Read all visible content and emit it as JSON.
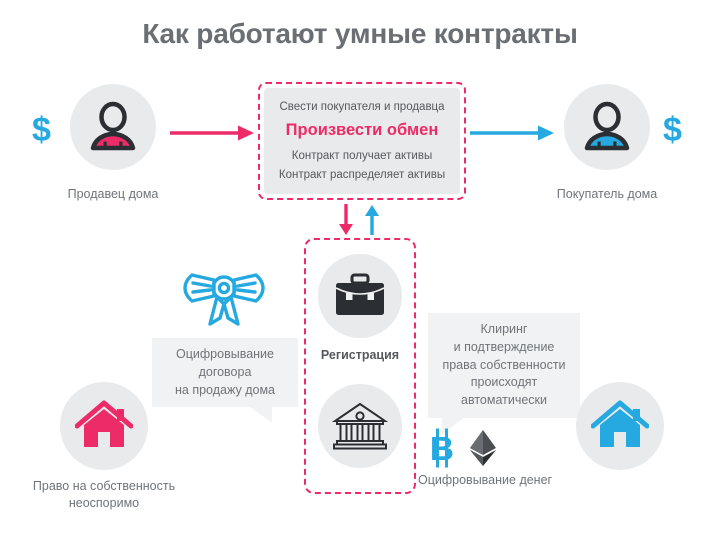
{
  "page": {
    "title": "Как работают умные контракты",
    "bg_color": "#ffffff",
    "pink": "#ec2b68",
    "blue": "#25a9e0",
    "gray_circle": "#e9eaeb",
    "text_gray": "#6f7479"
  },
  "seller": {
    "label": "Продавец дома",
    "currency_symbol": "$",
    "icon": "person-icon"
  },
  "buyer": {
    "label": "Покупатель дома",
    "currency_symbol": "$",
    "icon": "person-icon"
  },
  "contract": {
    "line1": "Свести покупателя и продавца",
    "headline": "Произвести обмен",
    "line2": "Контракт получает активы",
    "line3": "Контракт распределяет активы"
  },
  "registry": {
    "briefcase_icon": "briefcase-icon",
    "label": "Регистрация",
    "bank_icon": "bank-building-icon"
  },
  "callout_left": {
    "line1": "Оцифровывание",
    "line2": "договора",
    "line3": "на продажу дома"
  },
  "callout_right": {
    "line1": "Клиринг",
    "line2": "и подтверждение",
    "line3": "права собственности",
    "line4": "происходят",
    "line5": "автоматически"
  },
  "certificate": {
    "icon": "certificate-ribbon-icon"
  },
  "ownership": {
    "icon": "house-icon",
    "label_line1": "Право на собственность",
    "label_line2": "неоспоримо"
  },
  "money_digitization": {
    "bitcoin_icon": "bitcoin-icon",
    "ethereum_icon": "ethereum-icon",
    "label": "Оцифровывание денег"
  },
  "house_right": {
    "icon": "house-icon"
  },
  "arrows": {
    "seller_to_contract": "arrow-right-pink",
    "contract_to_buyer": "arrow-right-blue",
    "contract_down": "arrow-down-pink",
    "registry_up": "arrow-up-blue"
  }
}
